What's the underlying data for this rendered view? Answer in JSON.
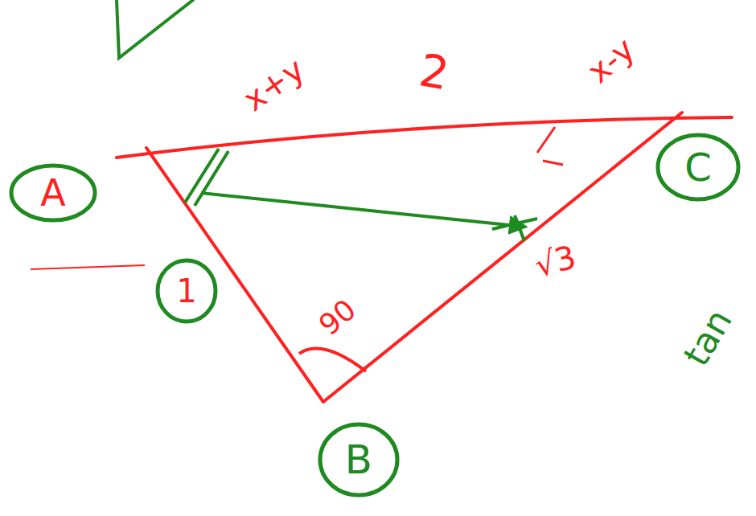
{
  "diagram": {
    "labels": [
      "A",
      "B",
      "C",
      "1",
      "√3",
      "90",
      "x+y",
      "2",
      "x-y",
      "tan"
    ]
  }
}
